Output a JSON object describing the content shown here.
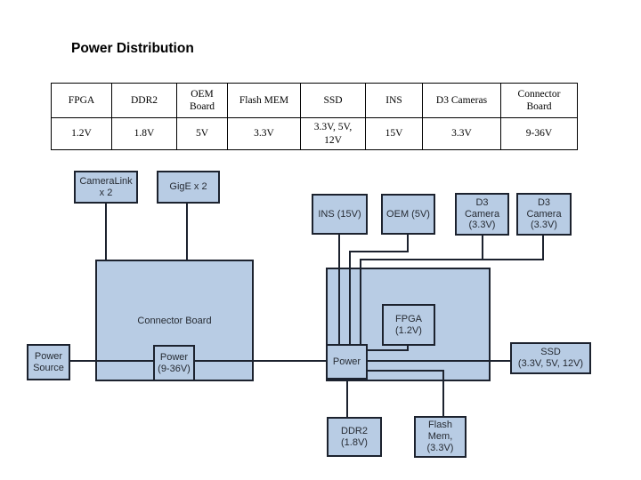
{
  "title": "Power Distribution",
  "colors": {
    "background": "#ffffff",
    "box_fill": "#b8cce4",
    "box_border": "#1c222e",
    "wire": "#1c222e",
    "table_border": "#000000"
  },
  "table": {
    "headers": [
      "FPGA",
      "DDR2",
      "OEM Board",
      "Flash MEM",
      "SSD",
      "INS",
      "D3 Cameras",
      "Connector Board"
    ],
    "values": [
      "1.2V",
      "1.8V",
      "5V",
      "3.3V",
      "3.3V, 5V, 12V",
      "15V",
      "3.3V",
      "9-36V"
    ]
  },
  "diagram": {
    "cameralink": {
      "line1": "CameraLink",
      "line2": "x 2"
    },
    "gige": {
      "line1": "GigE x 2"
    },
    "ins": {
      "line1": "INS (15V)"
    },
    "oem": {
      "line1": "OEM (5V)"
    },
    "d3_camera_1": {
      "line1": "D3",
      "line2": "Camera",
      "line3": "(3.3V)"
    },
    "d3_camera_2": {
      "line1": "D3",
      "line2": "Camera",
      "line3": "(3.3V)"
    },
    "connector_board": {
      "line1": "Connector Board"
    },
    "power_source": {
      "line1": "Power",
      "line2": "Source"
    },
    "power_9_36": {
      "line1": "Power",
      "line2": "(9-36V)"
    },
    "power": {
      "line1": "Power"
    },
    "fpga": {
      "line1": "FPGA",
      "line2": "(1.2V)"
    },
    "ssd": {
      "line1": "SSD",
      "line2": "(3.3V, 5V, 12V)"
    },
    "ddr2": {
      "line1": "DDR2",
      "line2": "(1.8V)"
    },
    "flash_mem": {
      "line1": "Flash",
      "line2": "Mem,",
      "line3": "(3.3V)"
    }
  }
}
